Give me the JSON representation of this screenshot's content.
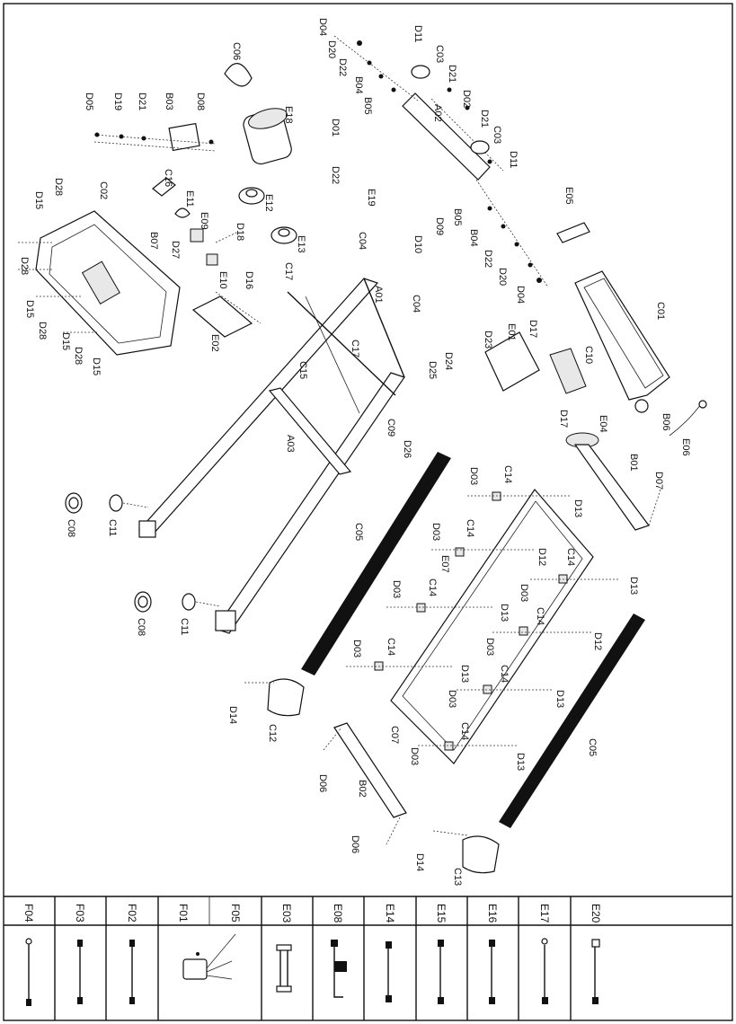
{
  "diagram": {
    "callouts": [
      "D04",
      "D20",
      "D22",
      "B04",
      "B05",
      "D11",
      "C03",
      "D21",
      "A02",
      "D02",
      "D21",
      "C03",
      "D11",
      "C06",
      "E18",
      "D05",
      "D19",
      "D21",
      "B03",
      "D08",
      "D01",
      "D22",
      "E19",
      "B05",
      "D09",
      "D10",
      "B04",
      "D22",
      "D20",
      "D04",
      "E05",
      "C16",
      "E11",
      "E12",
      "E09",
      "D18",
      "E13",
      "E10",
      "D27",
      "B07",
      "C02",
      "D28",
      "D15",
      "D28",
      "D15",
      "D28",
      "D15",
      "D28",
      "D15",
      "D16",
      "E02",
      "C04",
      "C17",
      "A01",
      "C04",
      "C17",
      "D25",
      "D24",
      "C15",
      "E01",
      "D23",
      "D17",
      "C10",
      "C01",
      "D17",
      "E04",
      "B06",
      "E06",
      "C09",
      "D26",
      "A03",
      "C08",
      "C11",
      "B01",
      "D07",
      "C05",
      "D03",
      "C14",
      "D13",
      "D03",
      "C14",
      "D12",
      "E07",
      "C14",
      "D03",
      "D13",
      "D03",
      "C14",
      "D13",
      "C14",
      "D03",
      "D12",
      "D03",
      "C14",
      "D13",
      "C14",
      "D03",
      "D13",
      "C08",
      "C11",
      "C07",
      "D14",
      "C12",
      "D06",
      "B02",
      "D06",
      "C14",
      "D03",
      "D13",
      "C05",
      "D14",
      "C13"
    ],
    "cable_table": {
      "headers": [
        "F04",
        "F03",
        "F02",
        "F01",
        "F05",
        "E03",
        "E08",
        "E14",
        "E15",
        "E16",
        "E17",
        "E20"
      ]
    }
  }
}
